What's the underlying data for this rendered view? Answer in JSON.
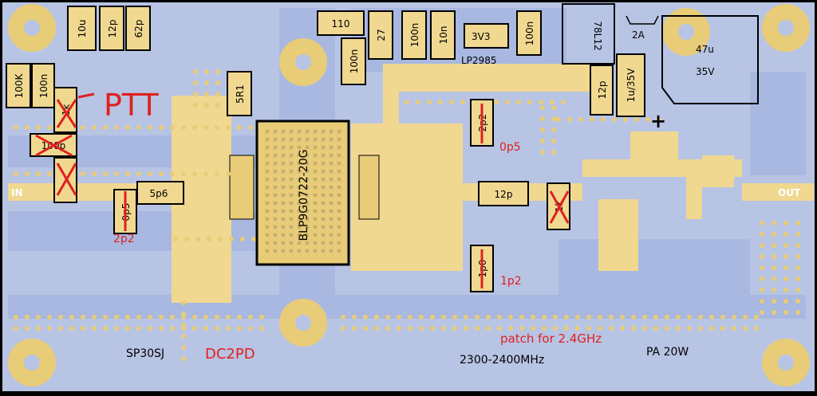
{
  "labels": {
    "ptt": "PTT",
    "in": "IN",
    "out": "OUT",
    "chip": "BLP9G0722-20G",
    "regulator": "78L12",
    "ldo": "LP2985",
    "ldo_code": "3V3",
    "cap_big_value": "47u",
    "cap_big_voltage": "35V",
    "fuse": "2A",
    "author": "SP30SJ",
    "callsign": "DC2PD",
    "freq": "2300-2400MHz",
    "power": "PA 20W",
    "patch_note": "patch for 2.4GHz",
    "plus": "+"
  },
  "components": {
    "c10u": "10u",
    "c12p_top": "12p",
    "c62p": "62p",
    "r100k": "100K",
    "c100n_left": "100n",
    "r110": "110",
    "r27": "27",
    "c100n_a": "100n",
    "c10n": "10n",
    "c100n_b": "100n",
    "c100n_c": "100n",
    "c12p_right": "12p",
    "c1u35": "1u/35V",
    "r5r1": "5R1",
    "c5p6": "5p6",
    "c12p_mid": "12p",
    "c100p_crossed": "100p",
    "c2p2_crossed": "2p2",
    "c0p5_crossed": "0p5",
    "c1p0_crossed": "1p0",
    "c1k_crossed": "1k",
    "c1k_out_crossed": "1k"
  },
  "annotations": {
    "in_new": "2p2",
    "top_new": "0p5",
    "bottom_new": "1p2"
  },
  "colors": {
    "board": "#b8c4e4",
    "copper": "#f0d890",
    "pad": "#e8cc78",
    "ground": "#a8b8e0",
    "red": "#e02020"
  }
}
